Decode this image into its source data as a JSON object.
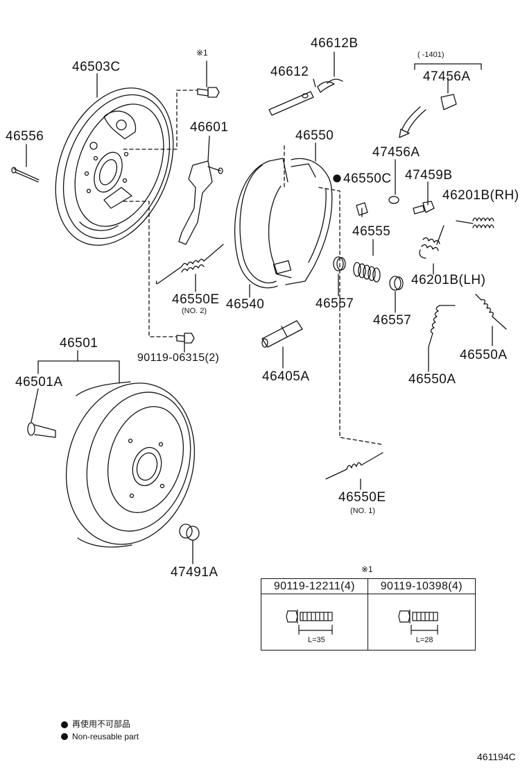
{
  "parts": {
    "p46503C": "46503C",
    "p46556": "46556",
    "note_mark_top": "※1",
    "p46612B": "46612B",
    "p46612": "46612",
    "p46601": "46601",
    "p46550": "46550",
    "p46550C": "46550C",
    "date_range": "(    -1401)",
    "p47456A_top": "47456A",
    "p47456A": "47456A",
    "p47459B": "47459B",
    "p46201B_RH": "46201B(RH)",
    "p46555": "46555",
    "p46201B_LH": "46201B(LH)",
    "p46550E_no2": "46550E",
    "no2": "(NO. 2)",
    "p46540": "46540",
    "p46557_a": "46557",
    "p46557_b": "46557",
    "p46405A": "46405A",
    "p46550A_a": "46550A",
    "p46550A_b": "46550A",
    "p90119_06315": "90119-06315(2)",
    "p46501": "46501",
    "p46501A": "46501A",
    "p46550E_no1": "46550E",
    "no1": "(NO. 1)",
    "p47491A": "47491A"
  },
  "bolt_table": {
    "mark": "※1",
    "col1_header": "90119-12211(4)",
    "col2_header": "90119-10398(4)",
    "col1_length": "L=35",
    "col2_length": "L=28"
  },
  "legend": {
    "jp": "再使用不可部品",
    "en": "Non-reusable part"
  },
  "figure_id": "461194C"
}
